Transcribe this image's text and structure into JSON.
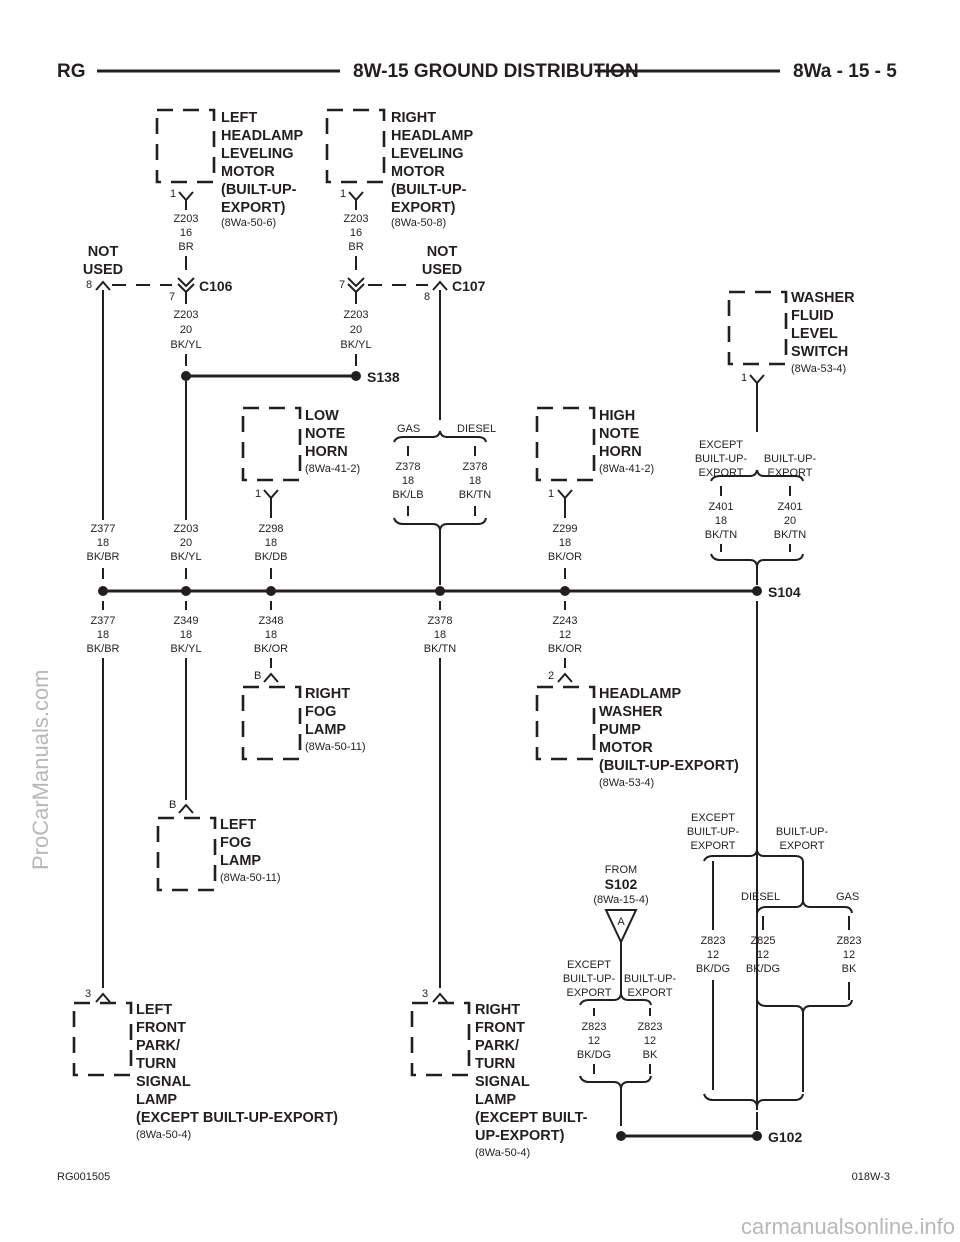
{
  "header": {
    "left": "RG",
    "title": "8W-15 GROUND DISTRIBUTION",
    "right": "8Wa - 15 - 5"
  },
  "footer": {
    "left": "RG001505",
    "right": "018W-3"
  },
  "watermarks": {
    "side": "ProCarManuals.com",
    "bottom": "carmanualsonline.info"
  },
  "connectors": {
    "c106": "C106",
    "c107": "C107"
  },
  "splices": {
    "s138": "S138",
    "s104": "S104",
    "s102": "S102"
  },
  "grounds": {
    "g102": "G102"
  },
  "not_used": {
    "line1": "NOT",
    "line2": "USED"
  },
  "components": {
    "left_hl_motor": {
      "lines": [
        "LEFT",
        "HEADLAMP",
        "LEVELING",
        "MOTOR",
        "(BUILT-UP-",
        "EXPORT)"
      ],
      "ref": "(8Wa-50-6)",
      "pin": "1"
    },
    "right_hl_motor": {
      "lines": [
        "RIGHT",
        "HEADLAMP",
        "LEVELING",
        "MOTOR",
        "(BUILT-UP-",
        "EXPORT)"
      ],
      "ref": "(8Wa-50-8)",
      "pin": "1"
    },
    "washer_switch": {
      "lines": [
        "WASHER",
        "FLUID",
        "LEVEL",
        "SWITCH"
      ],
      "ref": "(8Wa-53-4)",
      "pin": "1"
    },
    "low_horn": {
      "lines": [
        "LOW",
        "NOTE",
        "HORN"
      ],
      "ref": "(8Wa-41-2)",
      "pin": "1"
    },
    "high_horn": {
      "lines": [
        "HIGH",
        "NOTE",
        "HORN"
      ],
      "ref": "(8Wa-41-2)",
      "pin": "1"
    },
    "right_fog": {
      "lines": [
        "RIGHT",
        "FOG",
        "LAMP"
      ],
      "ref": "(8Wa-50-11)",
      "pin": "B"
    },
    "washer_pump": {
      "lines": [
        "HEADLAMP",
        "WASHER",
        "PUMP",
        "MOTOR",
        "(BUILT-UP-EXPORT)"
      ],
      "ref": "(8Wa-53-4)",
      "pin": "2"
    },
    "left_fog": {
      "lines": [
        "LEFT",
        "FOG",
        "LAMP"
      ],
      "ref": "(8Wa-50-11)",
      "pin": "B"
    },
    "left_park": {
      "lines": [
        "LEFT",
        "FRONT",
        "PARK/",
        "TURN",
        "SIGNAL",
        "LAMP",
        "(EXCEPT BUILT-UP-EXPORT)"
      ],
      "ref": "(8Wa-50-4)",
      "pin": "3"
    },
    "right_park": {
      "lines": [
        "RIGHT",
        "FRONT",
        "PARK/",
        "TURN",
        "SIGNAL",
        "LAMP",
        "(EXCEPT BUILT-",
        "UP-EXPORT)"
      ],
      "ref": "(8Wa-50-4)",
      "pin": "3"
    }
  },
  "pins": {
    "c106_left": "8",
    "c106_right": "7",
    "c107_left": "7",
    "c107_right": "8"
  },
  "wires": {
    "w1": [
      "Z203",
      "16",
      "BR"
    ],
    "w2": [
      "Z203",
      "16",
      "BR"
    ],
    "w3": [
      "Z203",
      "20",
      "BK/YL"
    ],
    "w4": [
      "Z203",
      "20",
      "BK/YL"
    ],
    "w5": [
      "Z378",
      "18",
      "BK/LB"
    ],
    "w6": [
      "Z378",
      "18",
      "BK/TN"
    ],
    "w7": [
      "Z401",
      "18",
      "BK/TN"
    ],
    "w8": [
      "Z401",
      "20",
      "BK/TN"
    ],
    "w9": [
      "Z377",
      "18",
      "BK/BR"
    ],
    "w10": [
      "Z203",
      "20",
      "BK/YL"
    ],
    "w11": [
      "Z298",
      "18",
      "BK/DB"
    ],
    "w12": [
      "Z299",
      "18",
      "BK/OR"
    ],
    "w13": [
      "Z377",
      "18",
      "BK/BR"
    ],
    "w14": [
      "Z349",
      "18",
      "BK/YL"
    ],
    "w15": [
      "Z348",
      "18",
      "BK/OR"
    ],
    "w16": [
      "Z378",
      "18",
      "BK/TN"
    ],
    "w17": [
      "Z243",
      "12",
      "BK/OR"
    ],
    "w18": [
      "Z823",
      "12",
      "BK/DG"
    ],
    "w19": [
      "Z825",
      "12",
      "BK/DG"
    ],
    "w20": [
      "Z823",
      "12",
      "BK"
    ],
    "w21": [
      "Z823",
      "12",
      "BK/DG"
    ],
    "w22": [
      "Z823",
      "12",
      "BK"
    ]
  },
  "options": {
    "gas": "GAS",
    "diesel": "DIESEL",
    "diesel2": "DIESEL",
    "gas2": "GAS",
    "except_bue_1": [
      "EXCEPT",
      "BUILT-UP-",
      "EXPORT"
    ],
    "bue_1": [
      "BUILT-UP-",
      "EXPORT"
    ],
    "except_bue_2": [
      "EXCEPT",
      "BUILT-UP-",
      "EXPORT"
    ],
    "bue_2": [
      "BUILT-UP-",
      "EXPORT"
    ],
    "except_bue_3": [
      "EXCEPT",
      "BUILT-UP-",
      "EXPORT"
    ],
    "bue_3": [
      "BUILT-UP-",
      "EXPORT"
    ]
  },
  "from_s102": {
    "from": "FROM",
    "ref": "(8Wa-15-4)",
    "pin": "A"
  }
}
